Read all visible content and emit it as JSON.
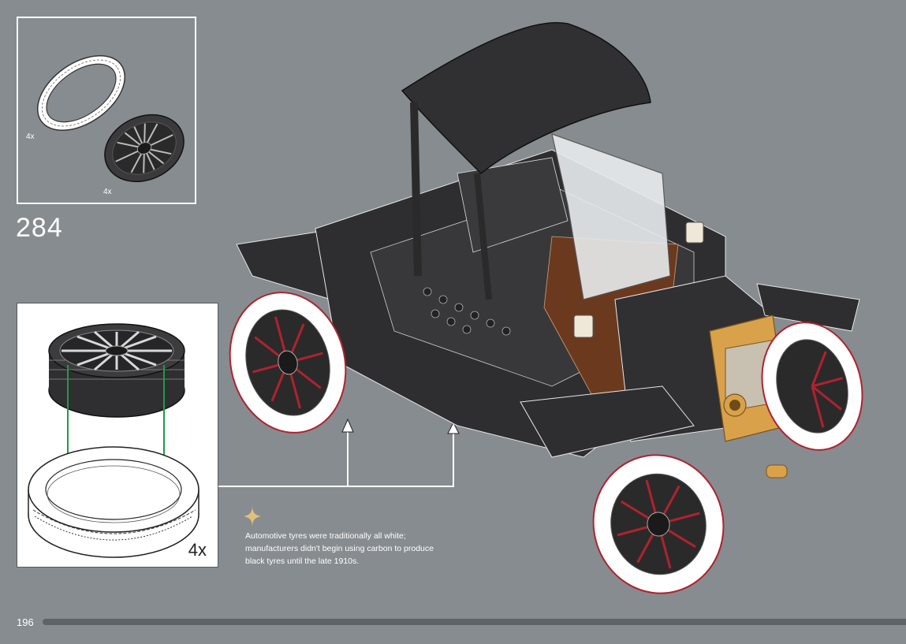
{
  "parts_box": {
    "tyre_qty": "4x",
    "wheel_qty": "4x"
  },
  "step": {
    "number": "284"
  },
  "callout": {
    "qty": "4x"
  },
  "fact": {
    "icon": "sparkle-icon",
    "text": "Automotive tyres were traditionally all white; manufacturers didn't begin using carbon to produce black tyres until the late 1910s."
  },
  "footer": {
    "page_number": "196",
    "progress": 1.0
  },
  "colors": {
    "background": "#878c90",
    "car_body": "#2e2e30",
    "accent_red": "#b0222e",
    "brass": "#d9a24a",
    "arrow_green": "#1f9a4a",
    "interior_brown": "#6b3a1e"
  }
}
